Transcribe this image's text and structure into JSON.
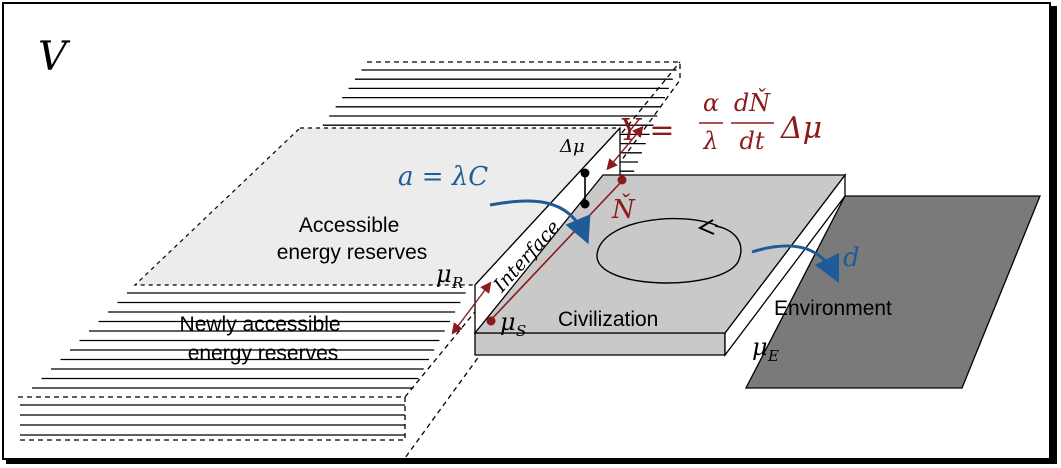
{
  "diagram": {
    "volume_label": "V",
    "accessible_reserves": [
      "Accessible",
      "energy reserves"
    ],
    "newly_accessible_reserves": [
      "Newly accessible",
      "energy reserves"
    ],
    "interface_label": "Interface",
    "civilization_label": "Civilization",
    "environment_label": "Environment",
    "delta_mu_label": "Δμ",
    "action_label": "a = λC",
    "dissipation_label": "d",
    "mu_R": "μ",
    "mu_R_sub": "R",
    "mu_S": "μ",
    "mu_S_sub": "S",
    "mu_E": "μ",
    "mu_E_sub": "E",
    "N_label": "Ň",
    "yield_eq": {
      "lhs": "Y =",
      "num1": "α",
      "den1": "λ",
      "num2": "dŇ",
      "den2": "dt",
      "tail": "Δμ"
    },
    "colors": {
      "accent_red": "#8b1a1a",
      "accent_blue": "#1f5a99",
      "reserve_fill": "#ececec",
      "civ_fill": "#c9c9c9",
      "env_fill": "#7a7a7a"
    }
  }
}
